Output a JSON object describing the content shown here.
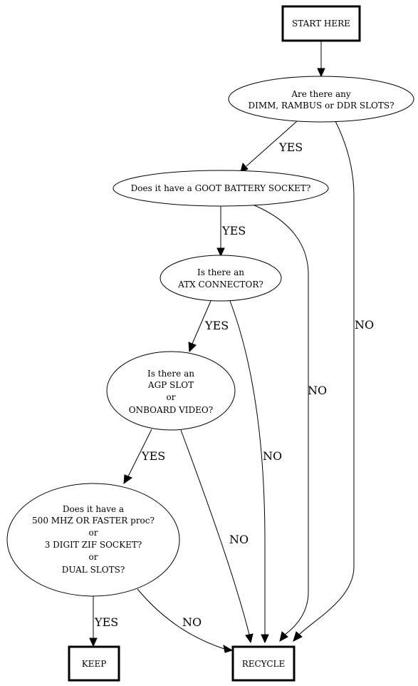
{
  "nodes": {
    "start": {
      "lines": [
        "START HERE"
      ]
    },
    "q1": {
      "lines": [
        "Are there any",
        "DIMM, RAMBUS or DDR SLOTS?"
      ]
    },
    "q2": {
      "lines": [
        "Does it have a GOOT BATTERY SOCKET?"
      ]
    },
    "q3": {
      "lines": [
        "Is there an",
        "ATX CONNECTOR?"
      ]
    },
    "q4": {
      "lines": [
        "Is there an",
        "AGP SLOT",
        "or",
        "ONBOARD VIDEO?"
      ]
    },
    "q5": {
      "lines": [
        "Does it have a",
        "500 MHZ OR FASTER proc?",
        "or",
        "3 DIGIT ZIF SOCKET?",
        "or",
        "DUAL SLOTS?"
      ]
    },
    "keep": {
      "lines": [
        "KEEP"
      ]
    },
    "recycle": {
      "lines": [
        "RECYCLE"
      ]
    }
  },
  "edges": {
    "q1_yes": "YES",
    "q1_no": "NO",
    "q2_yes": "YES",
    "q2_no": "NO",
    "q3_yes": "YES",
    "q3_no": "NO",
    "q4_yes": "YES",
    "q4_no": "NO",
    "q5_yes": "YES",
    "q5_no": "NO"
  }
}
